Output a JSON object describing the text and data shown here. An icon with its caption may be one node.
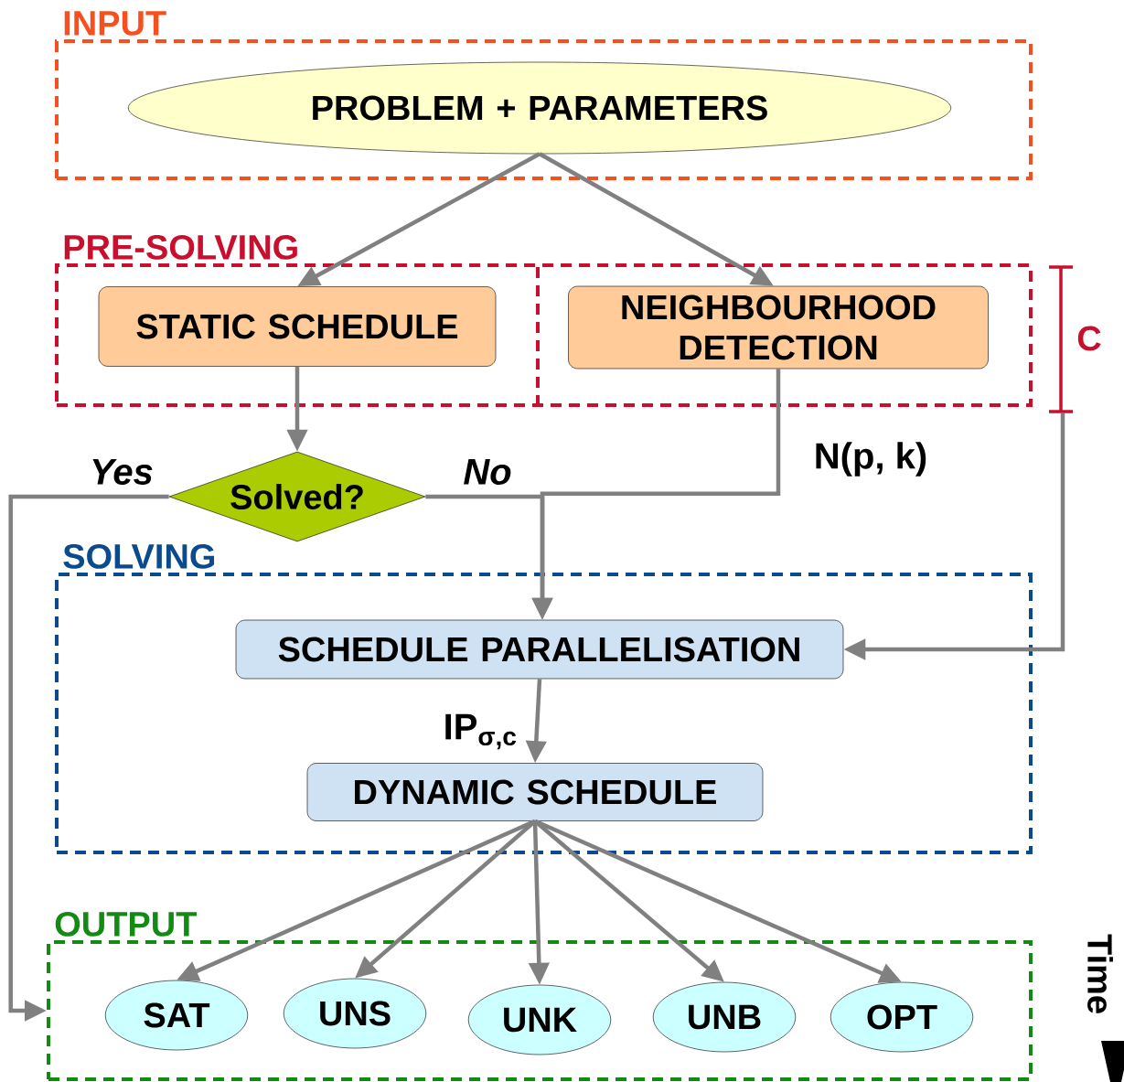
{
  "diagram": {
    "nodes": [
      {
        "text": [
          "INPUT"
        ]
      },
      {
        "text": [
          "PROBLEM + PARAMETERS"
        ],
        "in": 0
      },
      {
        "text": [
          "PRE-SOLVING"
        ]
      },
      {
        "text": [
          "STATIC SCHEDULE"
        ],
        "in": 2
      },
      {
        "text": [
          "NEIGHBOURHOOD DETECTION"
        ],
        "in": 2
      },
      {
        "text": [
          "Solved?"
        ]
      },
      {
        "text": [
          "SOLVING"
        ]
      },
      {
        "text": [
          "SCHEDULE PARALLELISATION"
        ],
        "in": 6
      },
      {
        "text": [
          "DYNAMIC SCHEDULE"
        ],
        "in": 6
      },
      {
        "text": [
          "OUTPUT"
        ]
      },
      {
        "text": [
          "SAT"
        ],
        "in": 9
      },
      {
        "text": [
          "UNS"
        ],
        "in": 9
      },
      {
        "text": [
          "UNK"
        ],
        "in": 9
      },
      {
        "text": [
          "UNB"
        ],
        "in": 9
      },
      {
        "text": [
          "OPT"
        ],
        "in": 9
      }
    ],
    "edges": [
      {
        "from": 1,
        "to": 3,
        "arrow": "to"
      },
      {
        "from": 1,
        "to": 4,
        "arrow": "to"
      },
      {
        "from": 3,
        "to": 5,
        "arrow": "to"
      },
      {
        "from": 5,
        "to": 9,
        "arrow": "to",
        "label": "Yes"
      },
      {
        "from": 5,
        "to": 7,
        "arrow": "to",
        "label": "No"
      },
      {
        "from": 4,
        "to": 7,
        "arrow": "to",
        "label": "N(p, k)"
      },
      {
        "from": 2,
        "to": 7,
        "arrow": "to"
      },
      {
        "from": 7,
        "to": 8,
        "arrow": "to",
        "label": "IP$_{σ,c}$"
      },
      {
        "from": 8,
        "to": 10,
        "arrow": "to"
      },
      {
        "from": 8,
        "to": 11,
        "arrow": "to"
      },
      {
        "from": 8,
        "to": 12,
        "arrow": "to"
      },
      {
        "from": 8,
        "to": 13,
        "arrow": "to"
      },
      {
        "from": 8,
        "to": 14,
        "arrow": "to"
      }
    ],
    "labels": [
      "C",
      "Time"
    ]
  }
}
